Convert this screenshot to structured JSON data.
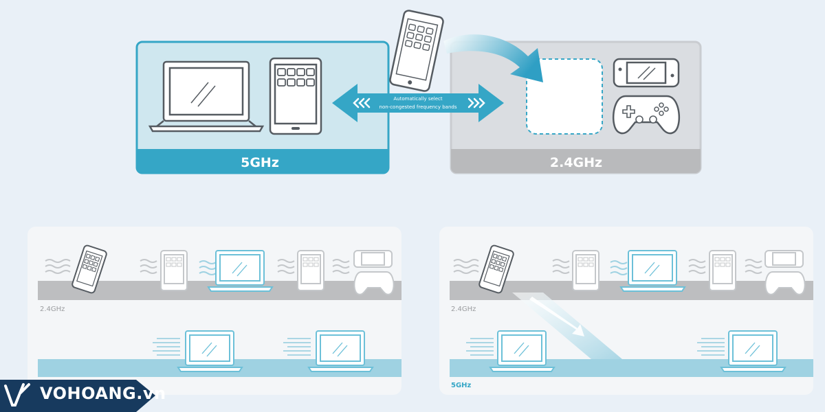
{
  "top": {
    "band_5ghz": "5GHz",
    "band_24ghz": "2.4GHz",
    "arrow_caption_line1": "Automatically select",
    "arrow_caption_line2": "non-congested frequency bands"
  },
  "bottom_left": {
    "label_24ghz": "2.4GHz"
  },
  "bottom_right": {
    "label_24ghz": "2.4GHz",
    "label_5ghz": "5GHz"
  },
  "logo": {
    "text": "VOHOANG.vn"
  },
  "colors": {
    "background": "#e9f0f7",
    "accent_blue": "#35a6c6",
    "blue_panel": "#cfe7ef",
    "grey_panel": "#dadde1",
    "grey_bar": "#b9babc",
    "device_stroke": "#555b61",
    "light_device": "#c4c7ca",
    "logo_bg": "#173a5e"
  }
}
